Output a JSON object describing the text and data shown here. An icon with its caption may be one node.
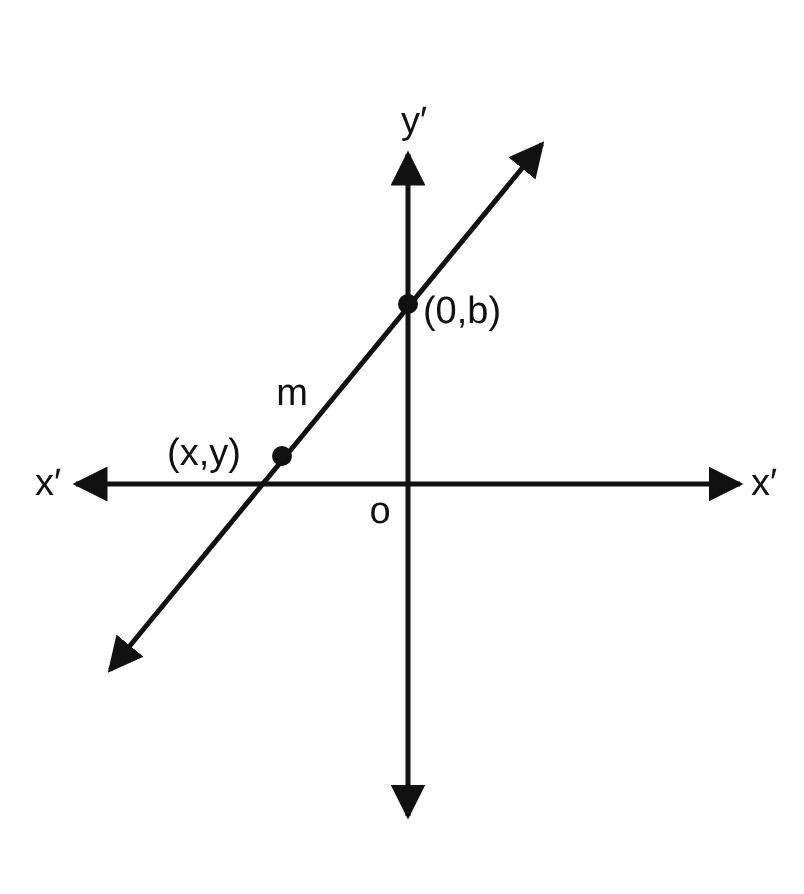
{
  "diagram": {
    "labels": [
      "y′",
      "x′",
      "x′",
      "o",
      "m",
      "(x,y)",
      "(0,b)"
    ]
  }
}
